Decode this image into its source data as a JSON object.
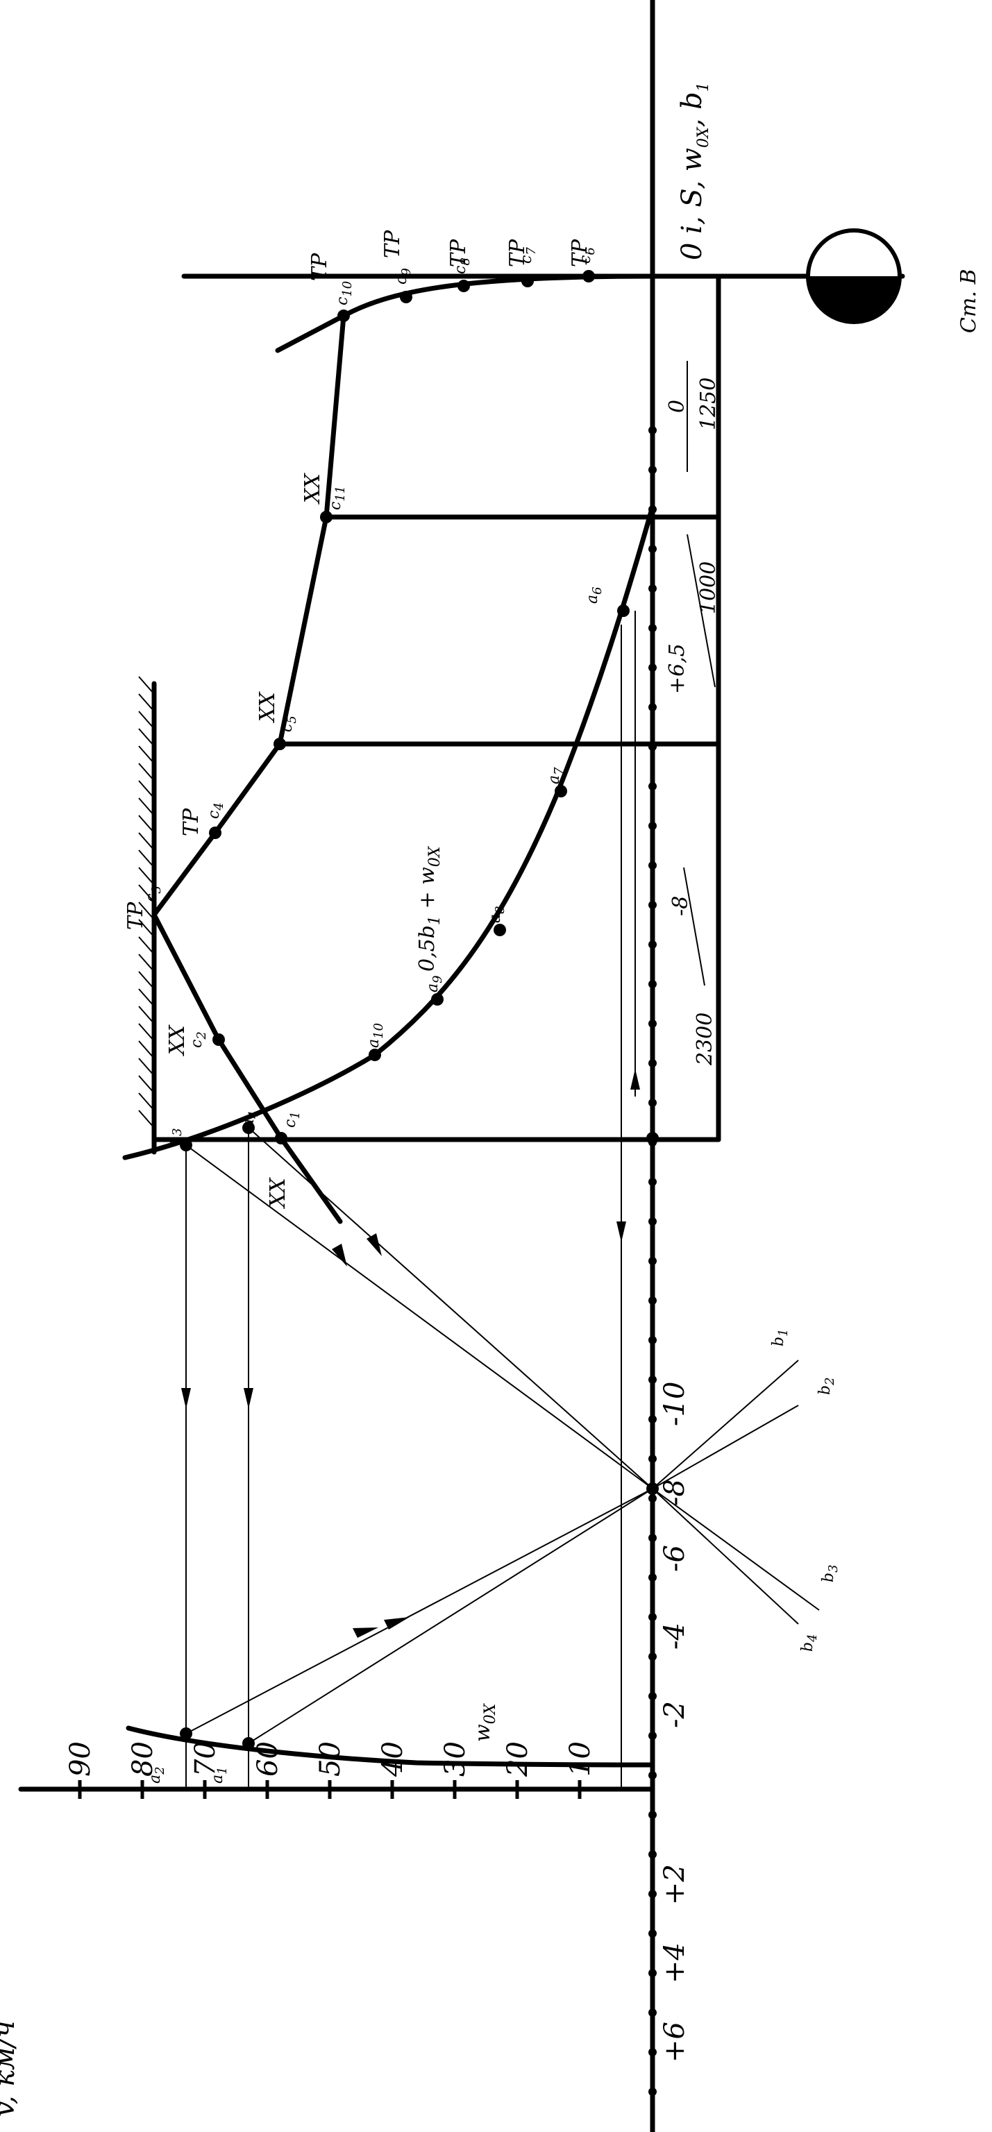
{
  "axes": {
    "v_label": "v, км/ч",
    "right_label": "0 i, S, w",
    "right_label_sub": "0X",
    "right_label_tail": ", b",
    "right_label_tail_sub": "1",
    "speed_ticks": [
      "90",
      "80",
      "70",
      "60",
      "50",
      "40",
      "30",
      "20",
      "10"
    ],
    "i_ticks_positive": [
      "+2",
      "+4",
      "+6"
    ],
    "i_ticks_negative": [
      "-2",
      "-4",
      "-6",
      "-8",
      "-10"
    ]
  },
  "station": {
    "label": "Ст. В"
  },
  "profile": {
    "segments": [
      {
        "grade": "0",
        "length": "1250"
      },
      {
        "grade": "+6,5",
        "length": "1000"
      },
      {
        "grade": "-8",
        "length": "2300"
      }
    ]
  },
  "curves": {
    "w0x": "w",
    "w0x_sub": "0X",
    "sum_label": "0,5b",
    "sum_label_sub1": "1",
    "sum_label_mid": " + w",
    "sum_label_sub2": "0X"
  },
  "modes": {
    "traction": "ТР",
    "coasting": "ХХ"
  },
  "points": {
    "a": [
      "a1",
      "a2",
      "a3",
      "a4",
      "a6",
      "a7",
      "a8",
      "a9",
      "a10"
    ],
    "c": [
      "c1",
      "c2",
      "c3",
      "c4",
      "c5",
      "c6",
      "c7",
      "c8",
      "c9",
      "c10",
      "c11"
    ],
    "b": [
      "b1",
      "b2",
      "b3",
      "b4"
    ]
  }
}
